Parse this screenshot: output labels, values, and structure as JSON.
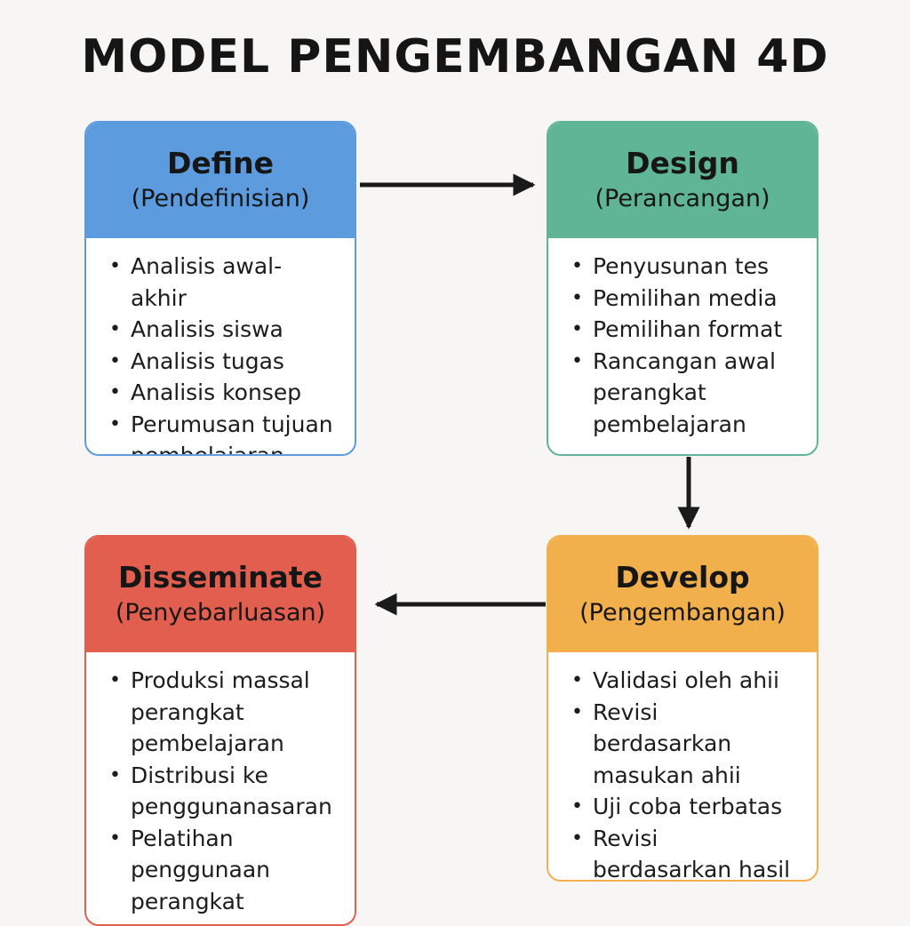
{
  "title": "MODEL PENGEMBANGAN 4D",
  "colors": {
    "define": "#5b9bde",
    "design": "#5fb595",
    "develop": "#f2b04c",
    "disseminate": "#e25f4f",
    "arrow": "#1a1a1a"
  },
  "stages": {
    "define": {
      "name": "Define",
      "sub": "(Pendefinisian)",
      "items": [
        "Analisis awal-akhir",
        "Analisis siswa",
        "Analisis tugas",
        "Analisis konsep",
        "Perumusan tujuan pembelajaran"
      ]
    },
    "design": {
      "name": "Design",
      "sub": "(Perancangan)",
      "items": [
        "Penyusunan tes",
        "Pemilihan media",
        "Pemilihan format",
        "Rancangan awal perangkat pembelajaran"
      ]
    },
    "develop": {
      "name": "Develop",
      "sub": "(Pengembangan)",
      "items": [
        "Validasi oleh ahii",
        "Revisi berdasarkan masukan ahii",
        "Uji coba terbatas",
        "Revisi berdasarkan hasil uji coba"
      ]
    },
    "disseminate": {
      "name": "Disseminate",
      "sub": "(Penyebarluasan)",
      "items": [
        "Produksi massal perangkat pembelajaran",
        "Distribusi ke penggunanasaran",
        "Pelatihan penggunaan perangkat"
      ]
    }
  }
}
